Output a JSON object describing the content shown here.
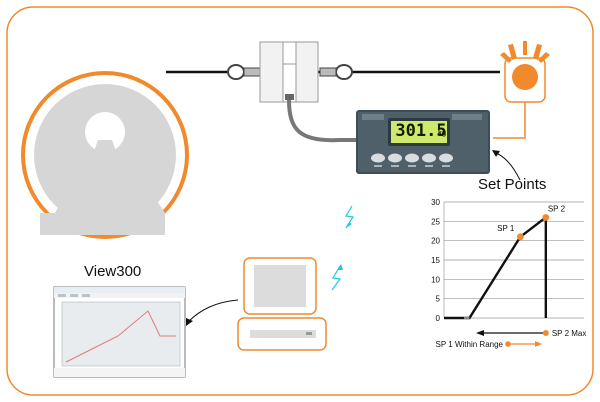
{
  "display": {
    "value": "301.5",
    "unit": "kg"
  },
  "labels": {
    "set_points": "Set Points",
    "view300": "View300"
  },
  "chart_data": {
    "type": "line",
    "y_ticks": [
      0,
      5,
      10,
      15,
      20,
      25,
      30
    ],
    "ylim": [
      0,
      30
    ],
    "grid": true,
    "series": [
      {
        "x": [
          0,
          2,
          6,
          8,
          8
        ],
        "y": [
          0,
          0,
          21,
          26,
          0
        ]
      }
    ],
    "points": [
      {
        "label": "SP 1",
        "x": 6,
        "y": 21
      },
      {
        "label": "SP 2",
        "x": 8,
        "y": 26
      }
    ],
    "annotations": {
      "sp2_max": "SP 2 Max",
      "sp1_range": "SP 1 Within Range"
    }
  },
  "colors": {
    "orange": "#f08a2c",
    "dark_grey": "#555555",
    "light_grey": "#d9d9d9",
    "lcd_green": "#cfe96a",
    "cyan": "#1fc8e8"
  }
}
